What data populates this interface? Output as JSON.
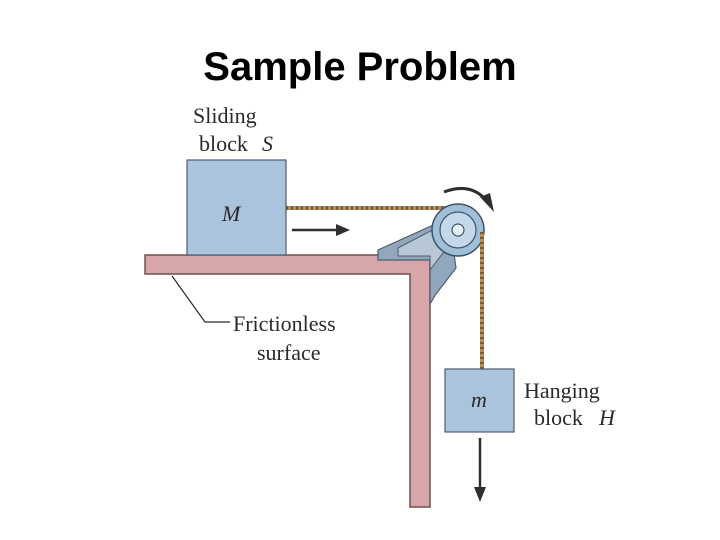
{
  "title": "Sample Problem",
  "labels": {
    "sliding_line1": "Sliding",
    "sliding_line2": "block",
    "sliding_symbol": "S",
    "big_mass": "M",
    "frictionless_line1": "Frictionless",
    "frictionless_line2": "surface",
    "hanging_line1": "Hanging",
    "hanging_line2": "block",
    "hanging_symbol": "H",
    "small_mass": "m"
  },
  "colors": {
    "table": "#d7a6a8",
    "table_edge": "#6e5050",
    "block": "#a9c4dc",
    "pulley": "#9fbfd9",
    "bracket": "#93a7bc",
    "rope": "#b28d62",
    "arrow": "#2f2f2f"
  }
}
